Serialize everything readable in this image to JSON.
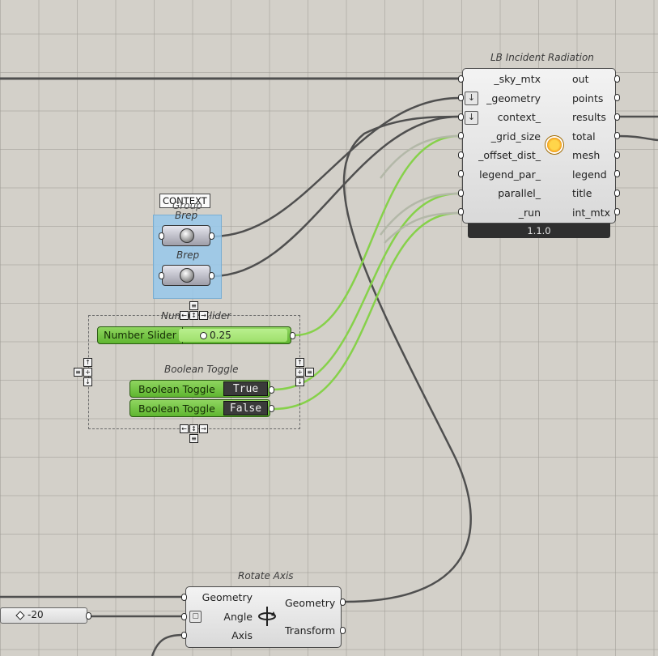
{
  "lb_incident_radiation": {
    "title": "LB Incident Radiation",
    "inputs": [
      "_sky_mtx",
      "_geometry",
      "context_",
      "_grid_size",
      "_offset_dist_",
      "legend_par_",
      "parallel_",
      "_run"
    ],
    "outputs": [
      "out",
      "points",
      "results",
      "total",
      "mesh",
      "legend",
      "title",
      "int_mtx"
    ],
    "version": "1.1.0",
    "icon": "sun-icon"
  },
  "context_group": {
    "label": "CONTEXT",
    "group_caption": "Group",
    "items": [
      {
        "caption": "Brep",
        "icon": "brep-icon"
      },
      {
        "caption": "Brep",
        "icon": "brep-icon"
      }
    ]
  },
  "number_slider": {
    "caption": "Number Slider",
    "label": "Number Slider",
    "value": "0.25"
  },
  "boolean_toggles": {
    "caption": "Boolean Toggle",
    "items": [
      {
        "label": "Boolean Toggle",
        "value": "True"
      },
      {
        "label": "Boolean Toggle",
        "value": "False"
      }
    ]
  },
  "rotate_axis": {
    "title": "Rotate Axis",
    "inputs": [
      "Geometry",
      "Angle",
      "Axis"
    ],
    "outputs": [
      "Geometry",
      "Transform"
    ],
    "icon": "rotate-axis-icon"
  },
  "angle_slider": {
    "value": "-20"
  },
  "colors": {
    "canvas": "#d3d0c9",
    "wire": "#4a4a4a",
    "wire_selected": "#7fcf3f",
    "toggle_green": "#6cc23a"
  }
}
